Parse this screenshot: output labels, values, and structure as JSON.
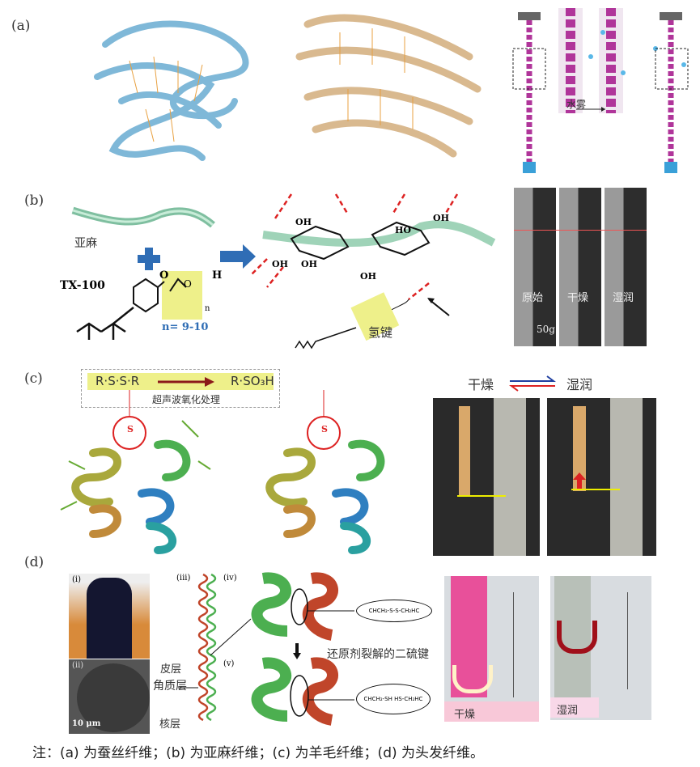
{
  "panels": {
    "a": {
      "label": "(a)",
      "mist_label": "水雾"
    },
    "b": {
      "label": "(b)",
      "flax": "亚麻",
      "tx100": "TX-100",
      "n_range": "n= 9-10",
      "hbond": "氢键",
      "o": "O",
      "h": "H",
      "n": "n",
      "oh": "OH",
      "ho": "HO",
      "photo_labels": [
        "原始",
        "干燥",
        "湿润"
      ],
      "weight": "50g"
    },
    "c": {
      "label": "(c)",
      "reactant": "R·S·S·R",
      "product": "R·SO₃H",
      "process": "超声波氧化处理",
      "s": "S",
      "dry": "干燥",
      "wet": "湿润"
    },
    "d": {
      "label": "(d)",
      "sub_i": "(i)",
      "sub_ii": "(ii)",
      "sub_iii": "(iii)",
      "sub_iv": "(iv)",
      "sub_v": "(v)",
      "cortex": "皮层",
      "cuticle": "角质层",
      "medulla": "核层",
      "scale": "10 μm",
      "disulfide_cleaved": "还原剂裂解的二硫键",
      "bond_iv": "CHCH₂-S-S-CH₂HC",
      "bond_v": "CHCH₂-SH HS-CH₂HC",
      "dry": "干燥",
      "wet": "湿润"
    }
  },
  "caption": "注：(a) 为蚕丝纤维；(b) 为亚麻纤维；(c) 为羊毛纤维；(d) 为头发纤维。",
  "colors": {
    "ribbon_blue": "#7fb8d8",
    "ribbon_tan": "#d9b98f",
    "fiber_magenta": "#b0359a",
    "flax_green": "#9fd3b8",
    "arrow_blue": "#2f6db5",
    "yellow_box": "#eef08a",
    "helix_green": "#4caf50",
    "helix_red": "#c0452a"
  }
}
